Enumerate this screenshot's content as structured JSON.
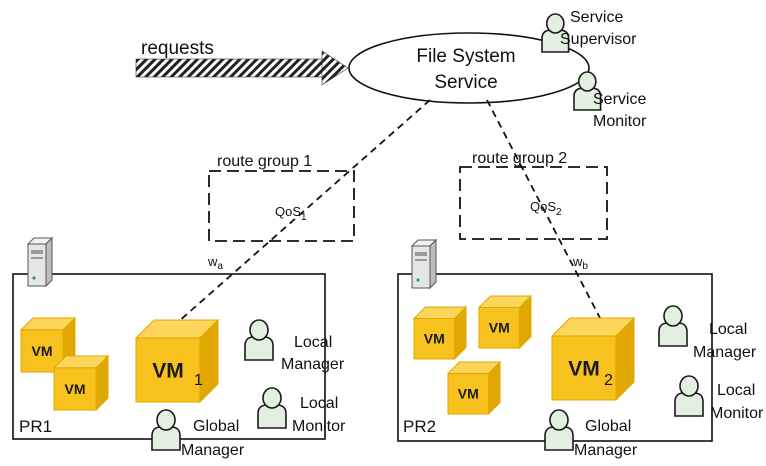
{
  "requests_label": "requests",
  "service": {
    "line1": "File System",
    "line2": "Service"
  },
  "supervisor": {
    "line1": "Service",
    "line2": "Supervisor"
  },
  "monitor": {
    "line1": "Service",
    "line2": "Monitor"
  },
  "route_groups": [
    {
      "label": "route group 1",
      "qos": "QoS",
      "qos_sub": "1"
    },
    {
      "label": "route group 2",
      "qos": "QoS",
      "qos_sub": "2"
    }
  ],
  "weights": [
    {
      "base": "w",
      "sub": "a"
    },
    {
      "base": "w",
      "sub": "b"
    }
  ],
  "pr1": {
    "label": "PR1",
    "vm_text": "VM",
    "big_vm_number": "1",
    "local_manager": {
      "line1": "Local",
      "line2": "Manager"
    },
    "local_monitor": {
      "line1": "Local",
      "line2": "Monitor"
    },
    "global_manager": {
      "line1": "Global",
      "line2": "Manager"
    }
  },
  "pr2": {
    "label": "PR2",
    "vm_text": "VM",
    "big_vm_number": "2",
    "local_manager": {
      "line1": "Local",
      "line2": "Manager"
    },
    "local_monitor": {
      "line1": "Local",
      "line2": "Monitor"
    },
    "global_manager": {
      "line1": "Global",
      "line2": "Manager"
    }
  },
  "colors": {
    "vm_front": "#f7c21d",
    "vm_top": "#fbd65a",
    "vm_side": "#e0a800",
    "person_fill": "#e3efe0",
    "person_stroke": "#1a1a1a"
  }
}
